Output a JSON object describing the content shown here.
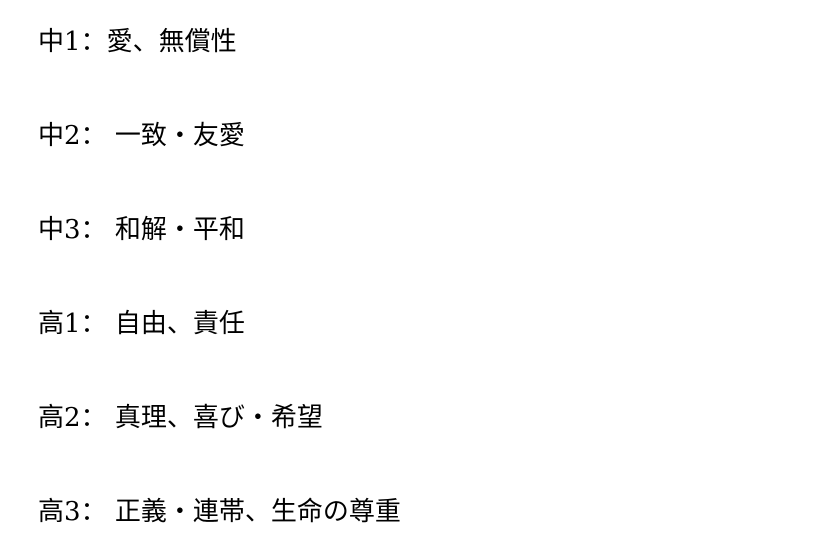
{
  "items": [
    {
      "grade": "中1",
      "sep": "：",
      "values": "愛、無償性"
    },
    {
      "grade": "中2",
      "sep": "： ",
      "values": "一致・友愛"
    },
    {
      "grade": "中3",
      "sep": "： ",
      "values": "和解・平和"
    },
    {
      "grade": "高1",
      "sep": "： ",
      "values": "自由、責任"
    },
    {
      "grade": "高2",
      "sep": "： ",
      "values": "真理、喜び・希望"
    },
    {
      "grade": "高3",
      "sep": "： ",
      "values": "正義・連帯、生命の尊重"
    }
  ]
}
